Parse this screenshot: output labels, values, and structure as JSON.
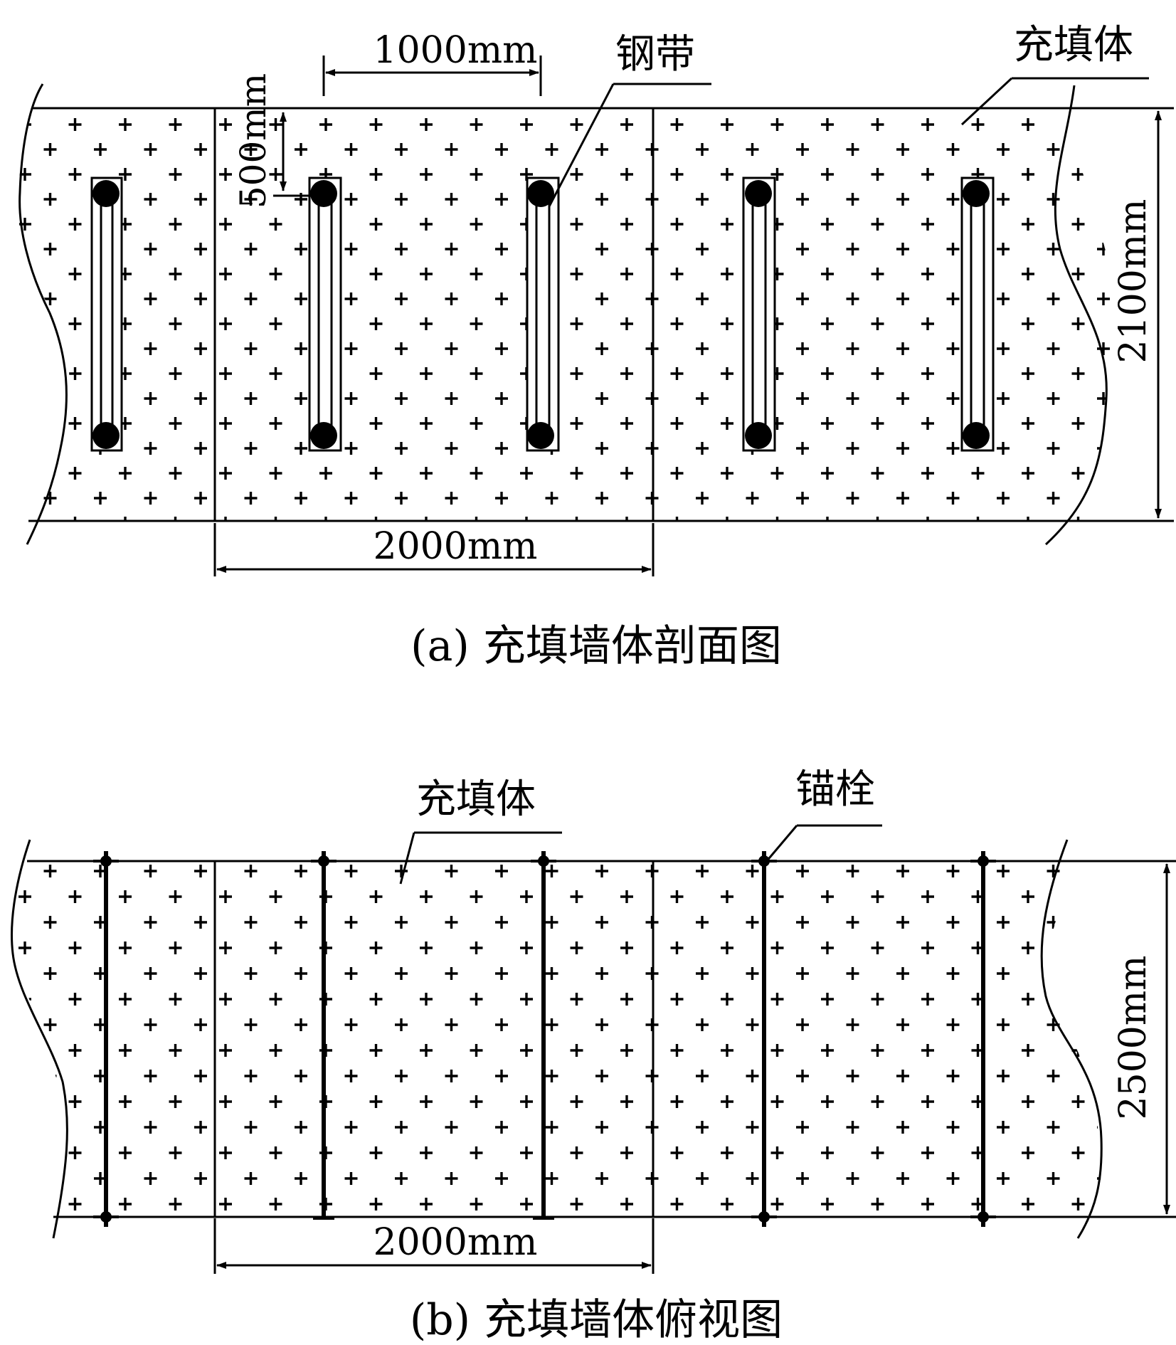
{
  "figure_a": {
    "caption": "(a) 充填墙体剖面图",
    "label_steel_strip": "钢带",
    "label_fill_body": "充填体",
    "dim_strip_spacing": "1000mm",
    "dim_strip_offset": "500mm",
    "dim_section_width": "2000mm",
    "dim_wall_height": "2100mm"
  },
  "figure_b": {
    "caption": "(b) 充填墙体俯视图",
    "label_fill_body": "充填体",
    "label_anchor_bolt": "锚栓",
    "dim_section_width": "2000mm",
    "dim_wall_width": "2500mm"
  },
  "colors": {
    "line": "#000000",
    "background": "#ffffff"
  }
}
